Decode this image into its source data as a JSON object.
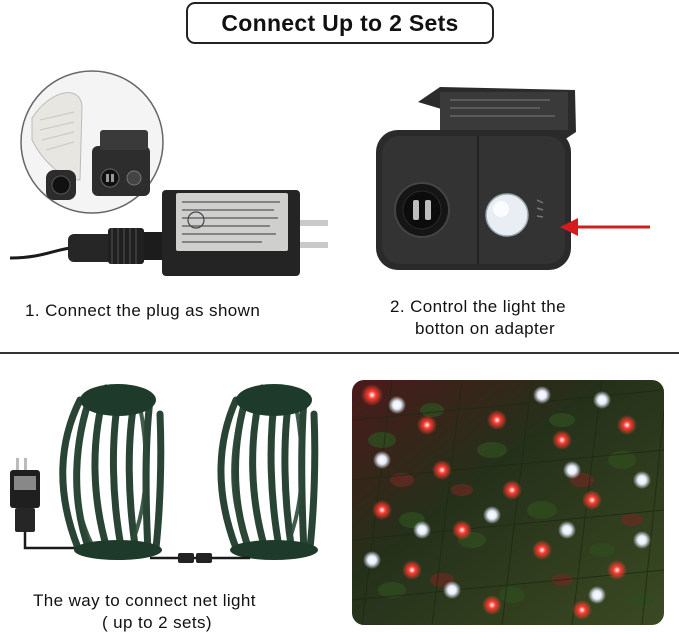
{
  "title": "Connect Up to 2 Sets",
  "step1": {
    "caption": "1. Connect the plug as shown"
  },
  "step2": {
    "caption_line1": "2. Control the light the",
    "caption_line2": "botton on adapter"
  },
  "step3": {
    "caption_line1": "The way to connect net light",
    "caption_line2": "( up to 2 sets)"
  },
  "colors": {
    "adapter_body": "#2a2a2a",
    "arrow": "#d41c1c",
    "wire": "#1e3a2a",
    "led_red": "#ff3b30",
    "led_white": "#f4f6ff",
    "foliage": "#1d2a12"
  },
  "icons": [
    "plug-adapter-icon",
    "connector-closeup-icon",
    "adapter-button-icon",
    "arrow-left-icon",
    "net-light-coil-icon",
    "net-light-photo"
  ]
}
